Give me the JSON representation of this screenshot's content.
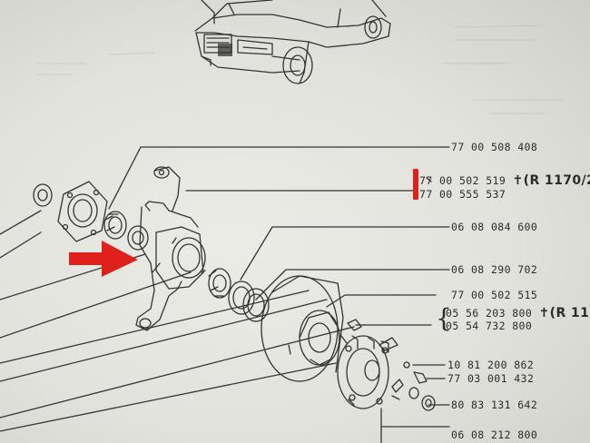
{
  "colors": {
    "paper": "#e6e6e0",
    "ink": "#2b2b2b",
    "highlight": "#e0211b"
  },
  "part_numbers": [
    {
      "id": "pn1",
      "text": "77 00 508 408"
    },
    {
      "id": "pn2",
      "text": "77 00 502 519",
      "suffix": "✝(R 1170/2"
    },
    {
      "id": "pn3",
      "text": "77 00 555 537"
    },
    {
      "id": "pn4",
      "text": "06 08 084 600"
    },
    {
      "id": "pn5",
      "text": "06 08 290 702"
    },
    {
      "id": "pn6",
      "text": "77 00 502 515"
    },
    {
      "id": "pn7",
      "text": "05 56 203 800",
      "suffix": "✝(R 11"
    },
    {
      "id": "pn8",
      "text": "05 54 732 800"
    },
    {
      "id": "pn9",
      "text": "10 81 200 862"
    },
    {
      "id": "pn10",
      "text": "77 03 001 432"
    },
    {
      "id": "pn11",
      "text": "80 83 131 642"
    },
    {
      "id": "pn12",
      "text": "06 08 212 800"
    }
  ],
  "icons": {
    "car": "car-sketch-icon",
    "arrow": "red-arrow-icon",
    "highlight": "red-highlight-bar"
  }
}
